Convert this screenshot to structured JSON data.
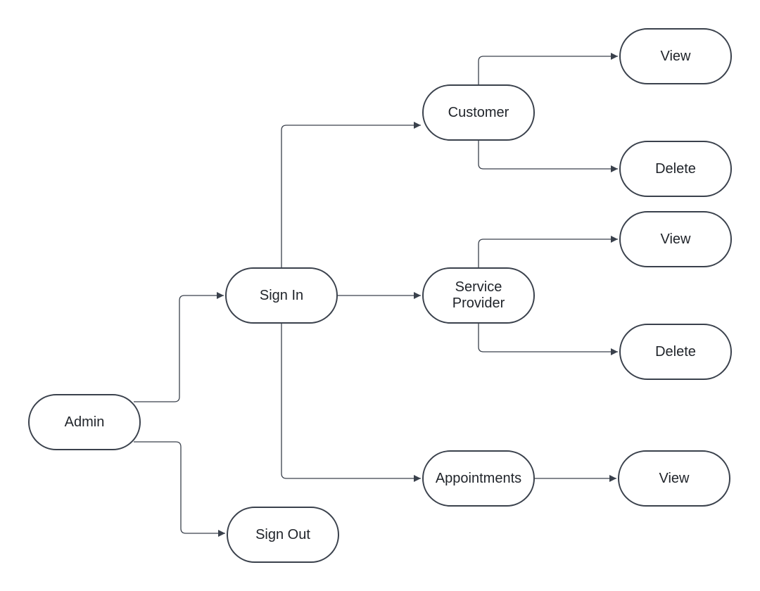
{
  "diagram": {
    "colors": {
      "stroke": "#3a414c",
      "text": "#1f2329",
      "background": "#ffffff"
    },
    "nodes": [
      {
        "id": "admin",
        "label": "Admin"
      },
      {
        "id": "sign_in",
        "label": "Sign In"
      },
      {
        "id": "sign_out",
        "label": "Sign Out"
      },
      {
        "id": "customer",
        "label": "Customer"
      },
      {
        "id": "service_provider",
        "label": "Service\nProvider"
      },
      {
        "id": "appointments",
        "label": "Appointments"
      },
      {
        "id": "customer_view",
        "label": "View"
      },
      {
        "id": "customer_delete",
        "label": "Delete"
      },
      {
        "id": "provider_view",
        "label": "View"
      },
      {
        "id": "provider_delete",
        "label": "Delete"
      },
      {
        "id": "appointments_view",
        "label": "View"
      }
    ],
    "edges": [
      {
        "from": "admin",
        "to": "sign_in"
      },
      {
        "from": "admin",
        "to": "sign_out"
      },
      {
        "from": "sign_in",
        "to": "customer"
      },
      {
        "from": "sign_in",
        "to": "service_provider"
      },
      {
        "from": "sign_in",
        "to": "appointments"
      },
      {
        "from": "customer",
        "to": "customer_view"
      },
      {
        "from": "customer",
        "to": "customer_delete"
      },
      {
        "from": "service_provider",
        "to": "provider_view"
      },
      {
        "from": "service_provider",
        "to": "provider_delete"
      },
      {
        "from": "appointments",
        "to": "appointments_view"
      }
    ]
  }
}
